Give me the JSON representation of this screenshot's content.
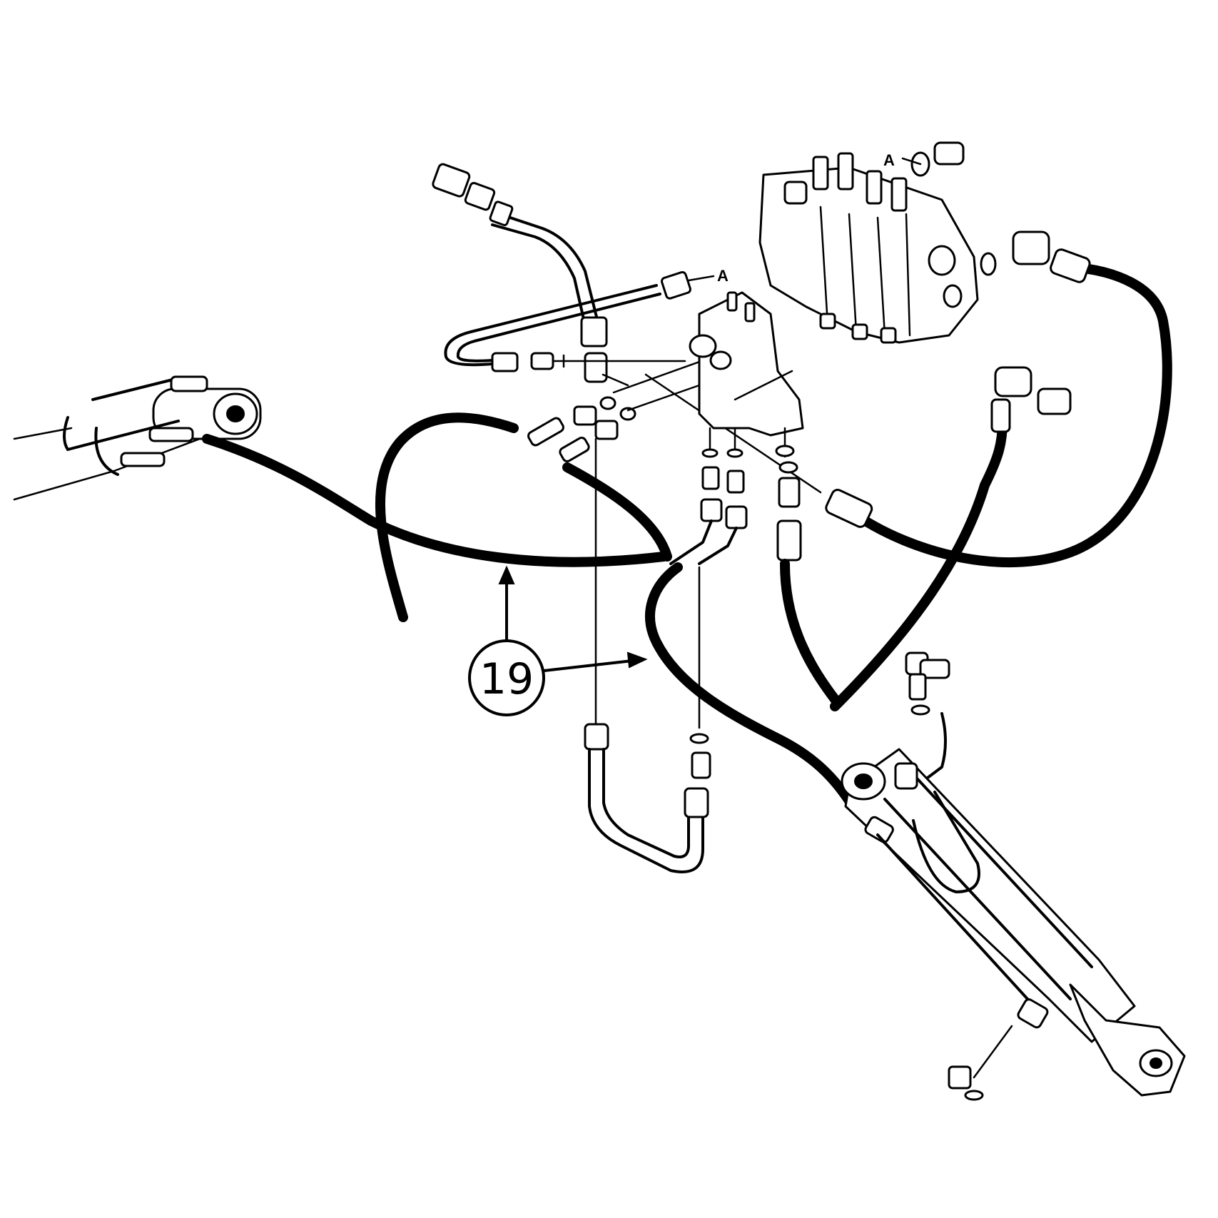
{
  "callout": {
    "number": "19"
  },
  "reference_marks": {
    "mark_1": "A",
    "mark_2": "A"
  }
}
